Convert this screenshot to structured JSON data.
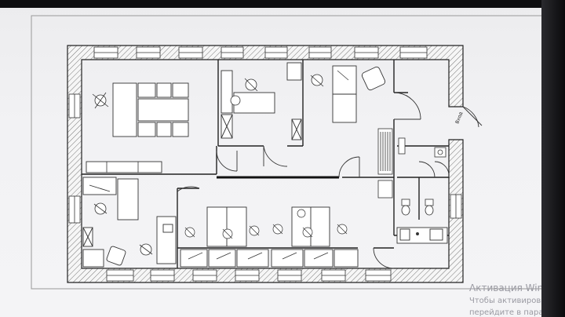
{
  "plan": {
    "exit_label": "Вход"
  },
  "watermark": {
    "title": "Активация Windows",
    "line1": "Чтобы активировать",
    "line2": "перейдите в параметры"
  }
}
